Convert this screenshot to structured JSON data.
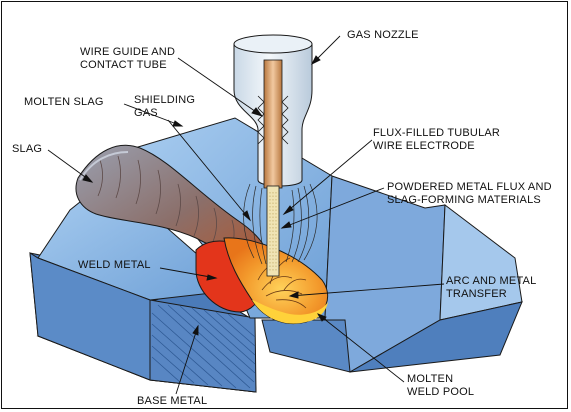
{
  "labels": {
    "gas_nozzle": "GAS NOZZLE",
    "wire_guide": [
      "WIRE GUIDE AND",
      "CONTACT TUBE"
    ],
    "molten_slag": "MOLTEN SLAG",
    "shielding_gas": [
      "SHIELDING",
      "GAS"
    ],
    "slag": "SLAG",
    "flux_filled": [
      "FLUX-FILLED TUBULAR",
      "WIRE ELECTRODE"
    ],
    "powdered_metal": [
      "POWDERED METAL FLUX AND",
      "SLAG-FORMING MATERIALS"
    ],
    "weld_metal": "WELD METAL",
    "arc_metal": [
      "ARC AND METAL",
      "TRANSFER"
    ],
    "molten_weld_pool": [
      "MOLTEN",
      "WELD POOL"
    ],
    "base_metal": "BASE METAL"
  },
  "colors": {
    "plate_top": "#8cb7e4",
    "plate_side": "#5e8fca",
    "plate_front": "#4f7fbd",
    "bead": "#8a7d78",
    "weld_orange": "#f2922a",
    "weld_red": "#e63a1c",
    "nozzle": "#dde8f2",
    "tube_copper": "#d9a072",
    "wire_cream": "#efe2b0"
  }
}
